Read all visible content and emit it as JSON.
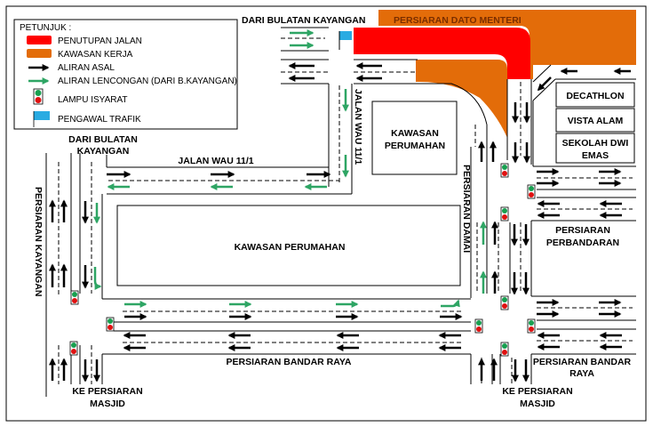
{
  "colors": {
    "closure": "#ff0000",
    "work_zone": "#e36c09",
    "original_flow": "#000000",
    "detour_flow": "#2ea564",
    "signal_green": "#18a050",
    "signal_red": "#e01010",
    "marshal": "#29abe2"
  },
  "legend": {
    "title": "PETUNJUK :",
    "items": [
      {
        "icon": "road-closure-swatch",
        "label": "PENUTUPAN JALAN"
      },
      {
        "icon": "work-zone-swatch",
        "label": "KAWASAN KERJA"
      },
      {
        "icon": "original-flow-arrow",
        "label": "ALIRAN ASAL"
      },
      {
        "icon": "detour-flow-arrow",
        "label": "ALIRAN LENCONGAN (DARI B.KAYANGAN)"
      },
      {
        "icon": "traffic-light-icon",
        "label": "LAMPU ISYARAT"
      },
      {
        "icon": "traffic-marshal-flag-icon",
        "label": "PENGAWAL TRAFIK"
      }
    ]
  },
  "labels": {
    "dari_bulatan_top": "DARI BULATAN KAYANGAN",
    "dato_menteri": "PERSIARAN DATO MENTERI",
    "decathlon": "DECATHLON",
    "vista_alam": "VISTA ALAM",
    "sekolah_1": "SEKOLAH DWI",
    "sekolah_2": "EMAS",
    "jalan_wau_vertical": "JALAN WAU 11/1",
    "jalan_wau_horizontal": "JALAN WAU 11/1",
    "kawasan_perumahan_small_1": "KAWASAN",
    "kawasan_perumahan_small_2": "PERUMAHAN",
    "kawasan_perumahan_big": "KAWASAN PERUMAHAN",
    "dari_bulatan_left_1": "DARI BULATAN",
    "dari_bulatan_left_2": "KAYANGAN",
    "persiaran_kayangan": "PERSIARAN KAYANGAN",
    "persiaran_damai": "PERSIARAN DAMAI",
    "perbandaran_1": "PERSIARAN",
    "perbandaran_2": "PERBANDARAN",
    "bandar_raya": "PERSIARAN BANDAR RAYA",
    "bandar_raya_right_1": "PERSIARAN BANDAR",
    "bandar_raya_right_2": "RAYA",
    "masjid_left_1": "KE PERSIARAN",
    "masjid_left_2": "MASJID",
    "masjid_right_1": "KE PERSIARAN",
    "masjid_right_2": "MASJID"
  }
}
